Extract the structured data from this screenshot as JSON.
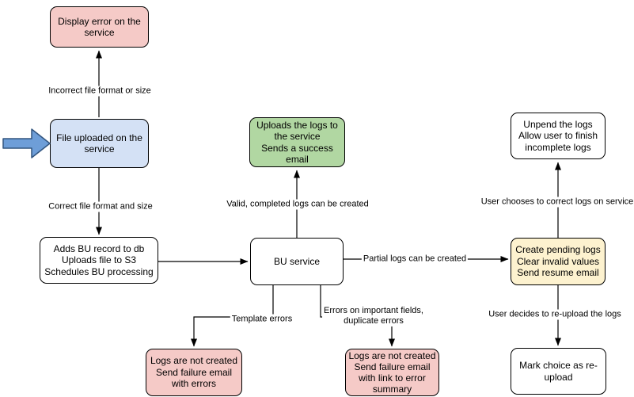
{
  "colors": {
    "pink": "#f5cac7",
    "blue": "#d4e1f5",
    "green": "#b1d7a2",
    "yellow": "#fdf2cf",
    "white": "#ffffff",
    "entry_arrow_fill": "#6e9ed8",
    "entry_arrow_stroke": "#32557f",
    "line": "#000000"
  },
  "nodes": {
    "display_error": {
      "lines": [
        "Display error on the",
        "service"
      ]
    },
    "file_uploaded": {
      "lines": [
        "File uploaded on the",
        "service"
      ]
    },
    "adds_bu": {
      "lines": [
        "Adds BU record to db",
        "Uploads file to S3",
        "Schedules BU processing"
      ]
    },
    "bu_service": {
      "lines": [
        "BU service"
      ]
    },
    "uploads_logs": {
      "lines": [
        "Uploads the logs to",
        "the service",
        "Sends a success",
        "email"
      ]
    },
    "create_pending": {
      "lines": [
        "Create pending logs",
        "Clear invalid values",
        "Send resume email"
      ]
    },
    "unpend": {
      "lines": [
        "Unpend the logs",
        "Allow user to finish",
        "incomplete logs"
      ]
    },
    "mark_choice": {
      "lines": [
        "Mark choice as re-",
        "upload"
      ]
    },
    "fail_template": {
      "lines": [
        "Logs are not created",
        "Send failure email",
        "with errors"
      ]
    },
    "fail_fields": {
      "lines": [
        "Logs are not created",
        "Send failure email",
        "with link to error",
        "summary"
      ]
    }
  },
  "edge_labels": {
    "incorrect": "Incorrect file format or size",
    "correct": "Correct file format and size",
    "valid": "Valid, completed logs can be created",
    "partial": "Partial logs can be created",
    "choose": "User chooses to correct logs on service",
    "decide": "User decides to re-upload the logs",
    "template": "Template errors",
    "errors_fields": [
      "Errors on important fields,",
      "duplicate errors"
    ]
  }
}
